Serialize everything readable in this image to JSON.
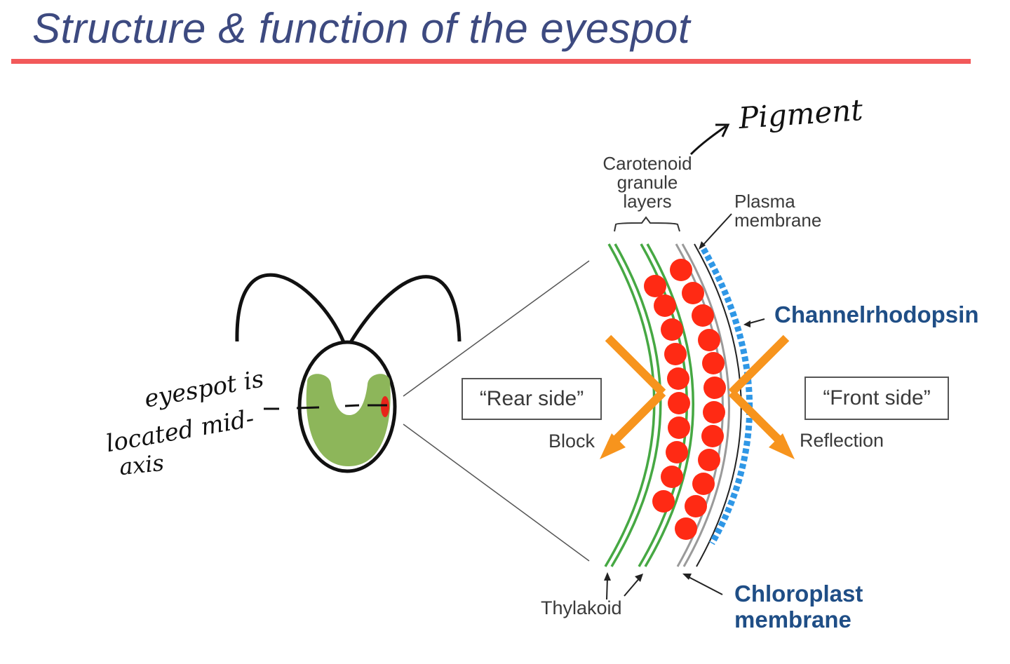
{
  "slide": {
    "title": "Structure & function of the eyespot"
  },
  "labels": {
    "carotenoid": [
      "Carotenoid",
      "granule",
      "layers"
    ],
    "plasma": [
      "Plasma",
      "membrane"
    ],
    "channelrhodopsin": "Channelrhodopsin",
    "rear_side": "“Rear side”",
    "front_side": "“Front side”",
    "block": "Block",
    "reflection": "Reflection",
    "thylakoid": "Thylakoid",
    "chloroplast": [
      "Chloroplast",
      "membrane"
    ]
  },
  "handwriting": {
    "pigment": "Pigment",
    "eyespot_note": [
      "eyespot is",
      "located mid-",
      "axis"
    ]
  },
  "colors": {
    "title": "#3d4a80",
    "title_rule": "#f2595a",
    "thylakoid": "#46a843",
    "granule": "#ff2a14",
    "channelrhodopsin": "#2f97e6",
    "arrow": "#f7941d",
    "cell_chloroplast": "#8db65a",
    "label_blue": "#1f4e86"
  }
}
